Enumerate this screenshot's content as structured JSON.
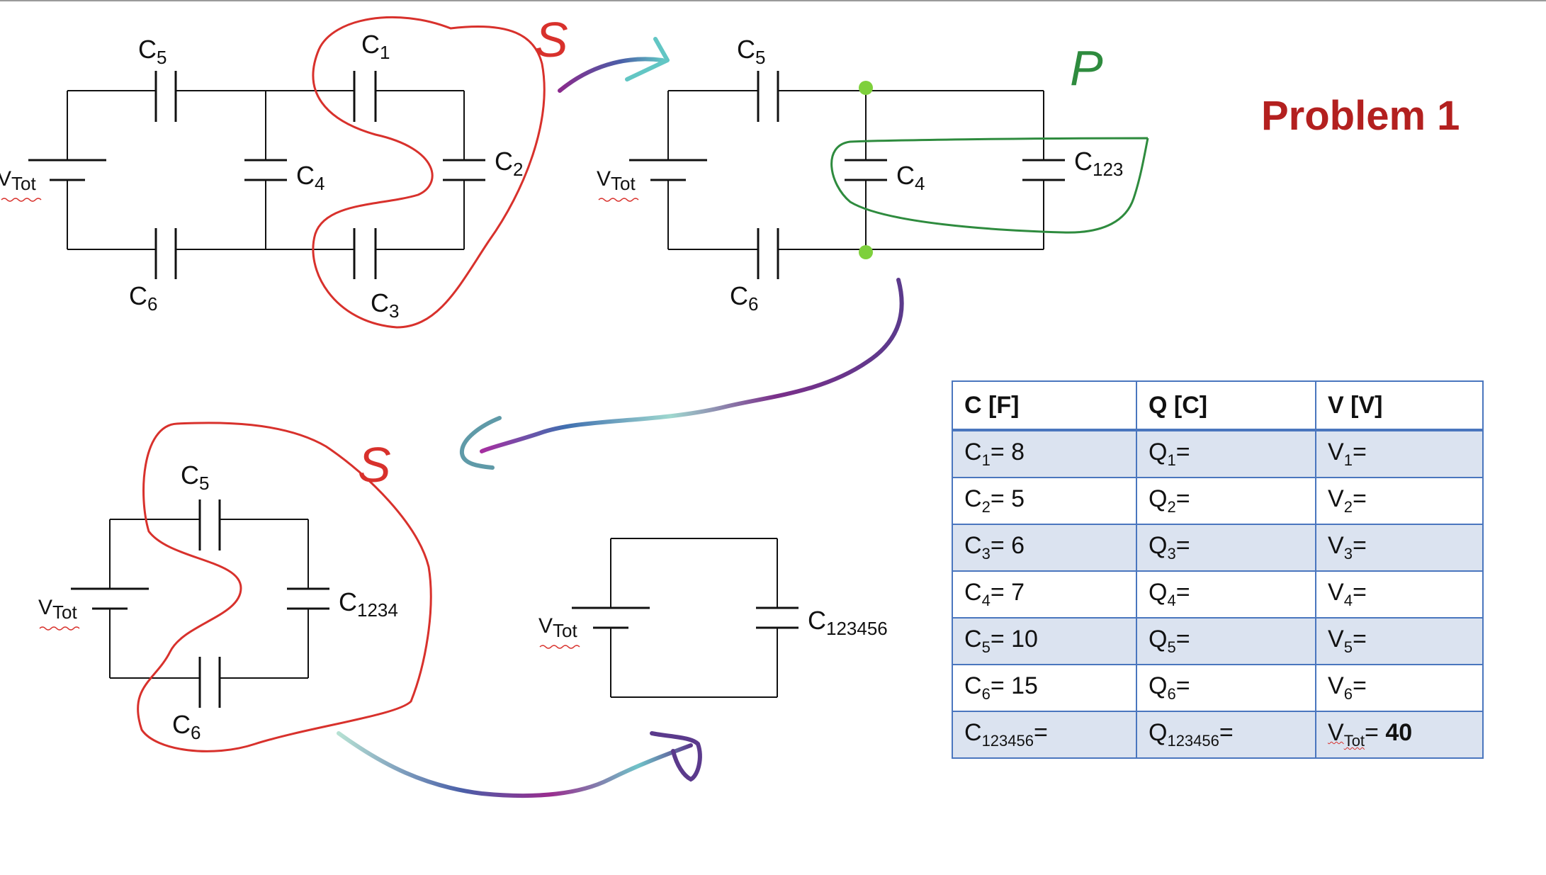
{
  "title": "Problem 1",
  "annotations": {
    "series_1": "S",
    "parallel": "P",
    "series_2": "S"
  },
  "circuit1": {
    "labels": {
      "c5": "C",
      "c5_sub": "5",
      "c1": "C",
      "c1_sub": "1",
      "c4": "C",
      "c4_sub": "4",
      "c2": "C",
      "c2_sub": "2",
      "c6": "C",
      "c6_sub": "6",
      "c3": "C",
      "c3_sub": "3",
      "vtot": "V",
      "vtot_sub": "Tot"
    }
  },
  "circuit2": {
    "labels": {
      "c5": "C",
      "c5_sub": "5",
      "c4": "C",
      "c4_sub": "4",
      "c123": "C",
      "c123_sub": "123",
      "c6": "C",
      "c6_sub": "6",
      "vtot": "V",
      "vtot_sub": "Tot"
    }
  },
  "circuit3": {
    "labels": {
      "c5": "C",
      "c5_sub": "5",
      "c1234": "C",
      "c1234_sub": "1234",
      "c6": "C",
      "c6_sub": "6",
      "vtot": "V",
      "vtot_sub": "Tot"
    }
  },
  "circuit4": {
    "labels": {
      "c123456": "C",
      "c123456_sub": "123456",
      "vtot": "V",
      "vtot_sub": "Tot"
    }
  },
  "table": {
    "headers": [
      "C [F]",
      "Q [C]",
      "V [V]"
    ],
    "rows": [
      {
        "c": "C",
        "c_sub": "1",
        "c_val": "= 8",
        "q": "Q",
        "q_sub": "1",
        "q_val": "=",
        "v": "V",
        "v_sub": "1",
        "v_val": "="
      },
      {
        "c": "C",
        "c_sub": "2",
        "c_val": "= 5",
        "q": "Q",
        "q_sub": "2",
        "q_val": "=",
        "v": "V",
        "v_sub": "2",
        "v_val": "="
      },
      {
        "c": "C",
        "c_sub": "3",
        "c_val": "= 6",
        "q": "Q",
        "q_sub": "3",
        "q_val": "=",
        "v": "V",
        "v_sub": "3",
        "v_val": "="
      },
      {
        "c": "C",
        "c_sub": "4",
        "c_val": "= 7",
        "q": "Q",
        "q_sub": "4",
        "q_val": "=",
        "v": "V",
        "v_sub": "4",
        "v_val": "="
      },
      {
        "c": "C",
        "c_sub": "5",
        "c_val": "= 10",
        "q": "Q",
        "q_sub": "5",
        "q_val": "=",
        "v": "V",
        "v_sub": "5",
        "v_val": "="
      },
      {
        "c": "C",
        "c_sub": "6",
        "c_val": "= 15",
        "q": "Q",
        "q_sub": "6",
        "q_val": "=",
        "v": "V",
        "v_sub": "6",
        "v_val": "="
      },
      {
        "c": "C",
        "c_sub": "123456",
        "c_val": "=",
        "q": "Q",
        "q_sub": "123456",
        "q_val": "=",
        "v": "V",
        "v_sub": "Tot",
        "v_val": "= ",
        "v_bold": "40"
      }
    ]
  },
  "colors": {
    "annotation_red": "#d8312c",
    "annotation_green": "#2e8b3e",
    "node_green": "#7ed03c",
    "title_red": "#b3201f",
    "table_border": "#4a76be",
    "table_band": "#dbe3f0"
  }
}
